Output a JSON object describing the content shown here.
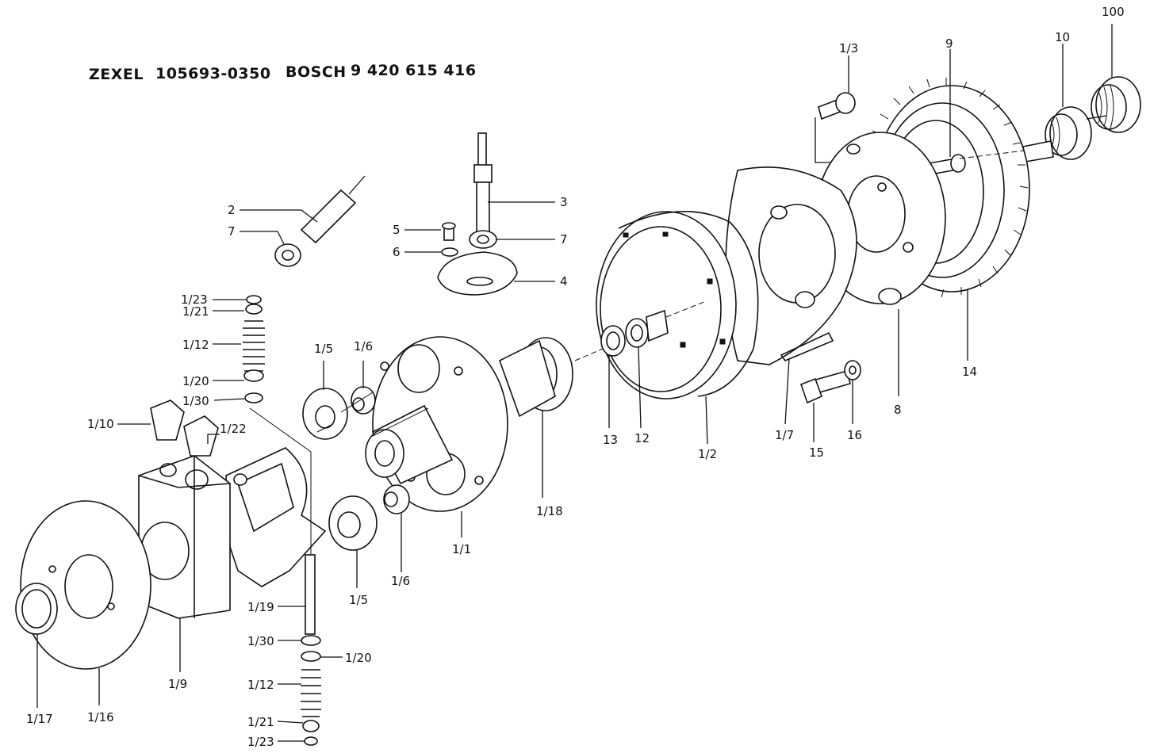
{
  "header": {
    "brand1": "ZEXEL",
    "part1": "105693-0350",
    "brand2": "BOSCH",
    "part2": "9 420 615 416"
  },
  "callouts": [
    {
      "id": "c-100",
      "label": "100"
    },
    {
      "id": "c-10",
      "label": "10"
    },
    {
      "id": "c-9",
      "label": "9"
    },
    {
      "id": "c-1-3",
      "label": "1/3"
    },
    {
      "id": "c-2",
      "label": "2"
    },
    {
      "id": "c-7a",
      "label": "7"
    },
    {
      "id": "c-3",
      "label": "3"
    },
    {
      "id": "c-5",
      "label": "5"
    },
    {
      "id": "c-7b",
      "label": "7"
    },
    {
      "id": "c-6",
      "label": "6"
    },
    {
      "id": "c-4",
      "label": "4"
    },
    {
      "id": "c-1-23a",
      "label": "1/23"
    },
    {
      "id": "c-1-21a",
      "label": "1/21"
    },
    {
      "id": "c-1-12a",
      "label": "1/12"
    },
    {
      "id": "c-1-20a",
      "label": "1/20"
    },
    {
      "id": "c-1-30a",
      "label": "1/30"
    },
    {
      "id": "c-1-10",
      "label": "1/10"
    },
    {
      "id": "c-1-22",
      "label": "1/22"
    },
    {
      "id": "c-1-5a",
      "label": "1/5"
    },
    {
      "id": "c-1-6a",
      "label": "1/6"
    },
    {
      "id": "c-14",
      "label": "14"
    },
    {
      "id": "c-8",
      "label": "8"
    },
    {
      "id": "c-16",
      "label": "16"
    },
    {
      "id": "c-15",
      "label": "15"
    },
    {
      "id": "c-1-7",
      "label": "1/7"
    },
    {
      "id": "c-1-2",
      "label": "1/2"
    },
    {
      "id": "c-12",
      "label": "12"
    },
    {
      "id": "c-13",
      "label": "13"
    },
    {
      "id": "c-1-18",
      "label": "1/18"
    },
    {
      "id": "c-1-1",
      "label": "1/1"
    },
    {
      "id": "c-1-6b",
      "label": "1/6"
    },
    {
      "id": "c-1-5b",
      "label": "1/5"
    },
    {
      "id": "c-1-19",
      "label": "1/19"
    },
    {
      "id": "c-1-30b",
      "label": "1/30"
    },
    {
      "id": "c-1-20b",
      "label": "1/20"
    },
    {
      "id": "c-1-12b",
      "label": "1/12"
    },
    {
      "id": "c-1-21b",
      "label": "1/21"
    },
    {
      "id": "c-1-23b",
      "label": "1/23"
    },
    {
      "id": "c-1-9",
      "label": "1/9"
    },
    {
      "id": "c-1-16",
      "label": "1/16"
    },
    {
      "id": "c-1-17",
      "label": "1/17"
    }
  ]
}
